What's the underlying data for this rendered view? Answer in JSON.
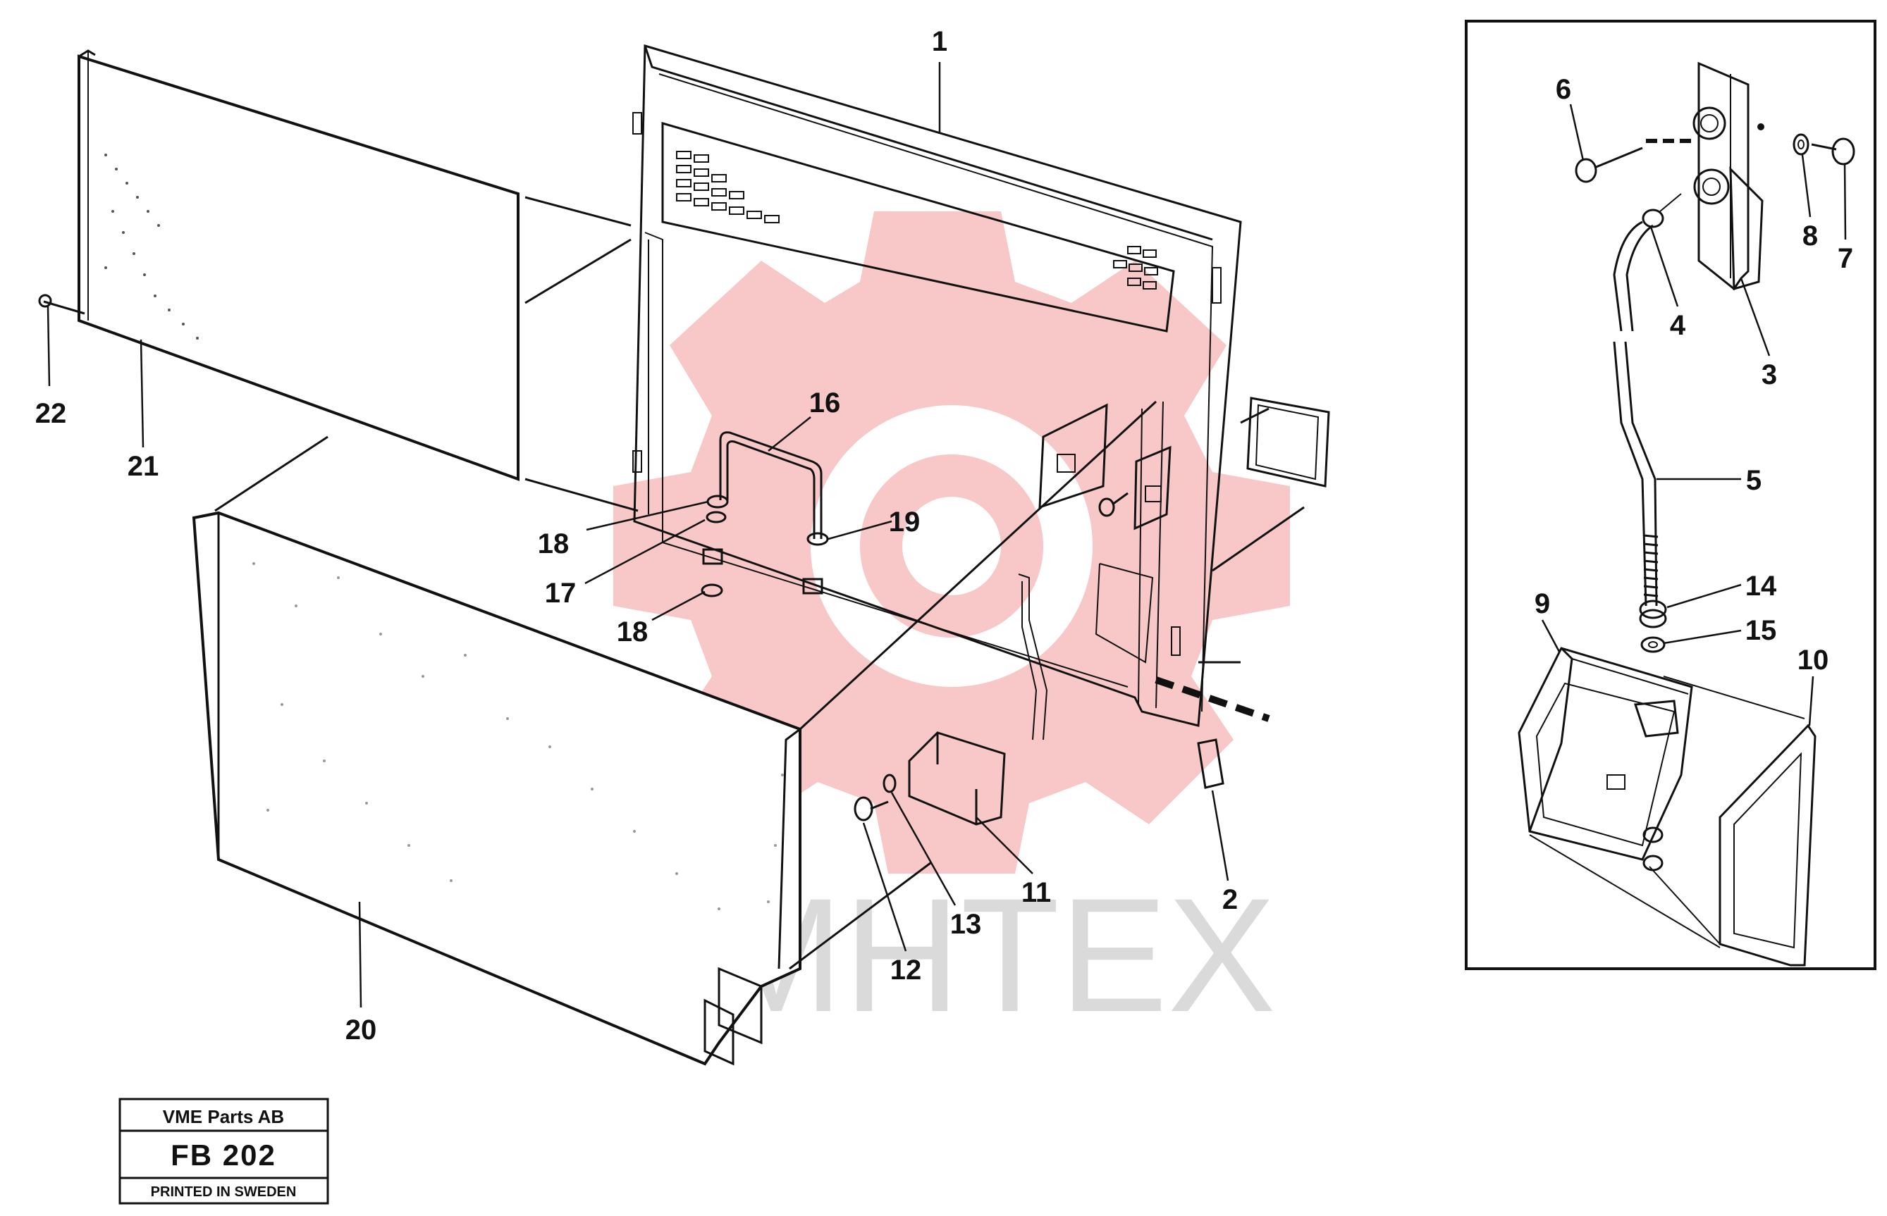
{
  "watermark": {
    "text": "MHTEX",
    "gear_color": "#f39a9a",
    "text_color": "#dadada"
  },
  "title_block": {
    "company": "VME Parts AB",
    "drawing_no": "FB 202",
    "printed": "PRINTED IN SWEDEN"
  },
  "callouts": {
    "p1": "1",
    "p2": "2",
    "p3": "3",
    "p4": "4",
    "p5": "5",
    "p6": "6",
    "p7": "7",
    "p8": "8",
    "p9": "9",
    "p10": "10",
    "p11": "11",
    "p12": "12",
    "p13": "13",
    "p14": "14",
    "p15": "15",
    "p16": "16",
    "p17": "17",
    "p18a": "18",
    "p18b": "18",
    "p19": "19",
    "p20": "20",
    "p21": "21",
    "p22": "22"
  }
}
